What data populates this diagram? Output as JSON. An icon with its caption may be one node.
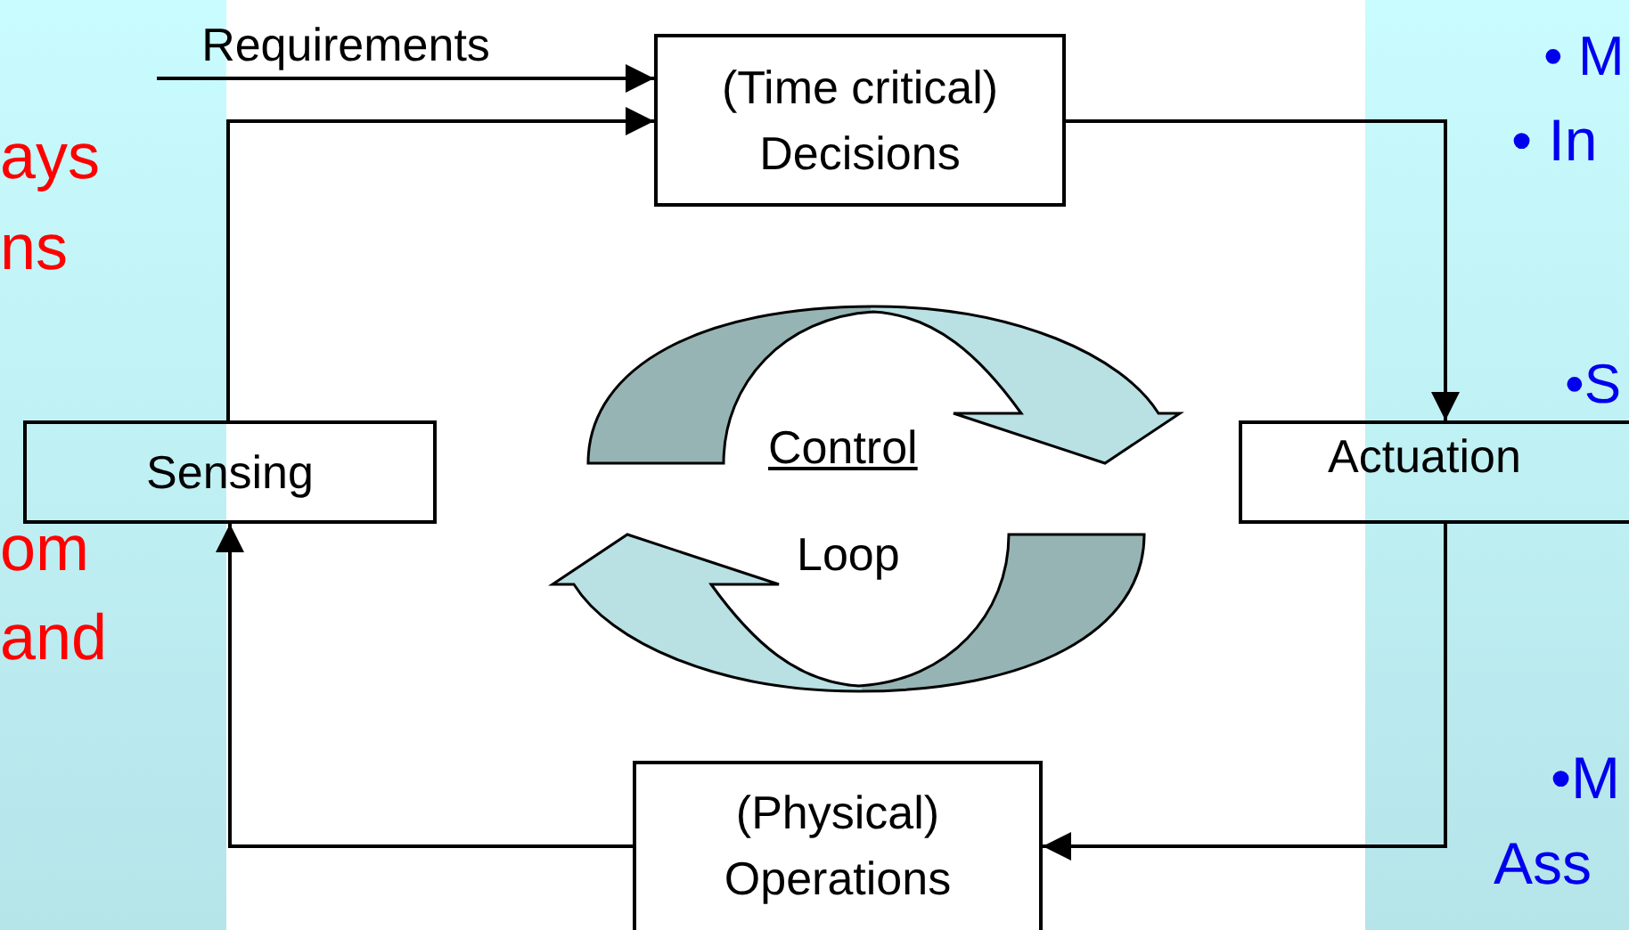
{
  "diagram": {
    "nodes": [
      {
        "text": [
          "(Time critical) Decisions"
        ]
      },
      {
        "text": [
          "Sensing"
        ]
      },
      {
        "text": [
          "Actuation"
        ]
      },
      {
        "text": [
          "(Physical) Operations"
        ]
      },
      {
        "text": [
          "Requirements"
        ]
      }
    ],
    "edges": [
      {
        "from": 4,
        "to": 0,
        "arrow": "to"
      },
      {
        "from": 1,
        "to": 0,
        "arrow": "to"
      },
      {
        "from": 0,
        "to": 2,
        "arrow": "to"
      },
      {
        "from": 2,
        "to": 3,
        "arrow": "to"
      },
      {
        "from": 3,
        "to": 1,
        "arrow": "to"
      }
    ],
    "labels": [
      "ays",
      "ns",
      "om",
      "and",
      "• M",
      "• In",
      "•S",
      "•M",
      "Ass",
      "Control",
      "Loop"
    ]
  }
}
